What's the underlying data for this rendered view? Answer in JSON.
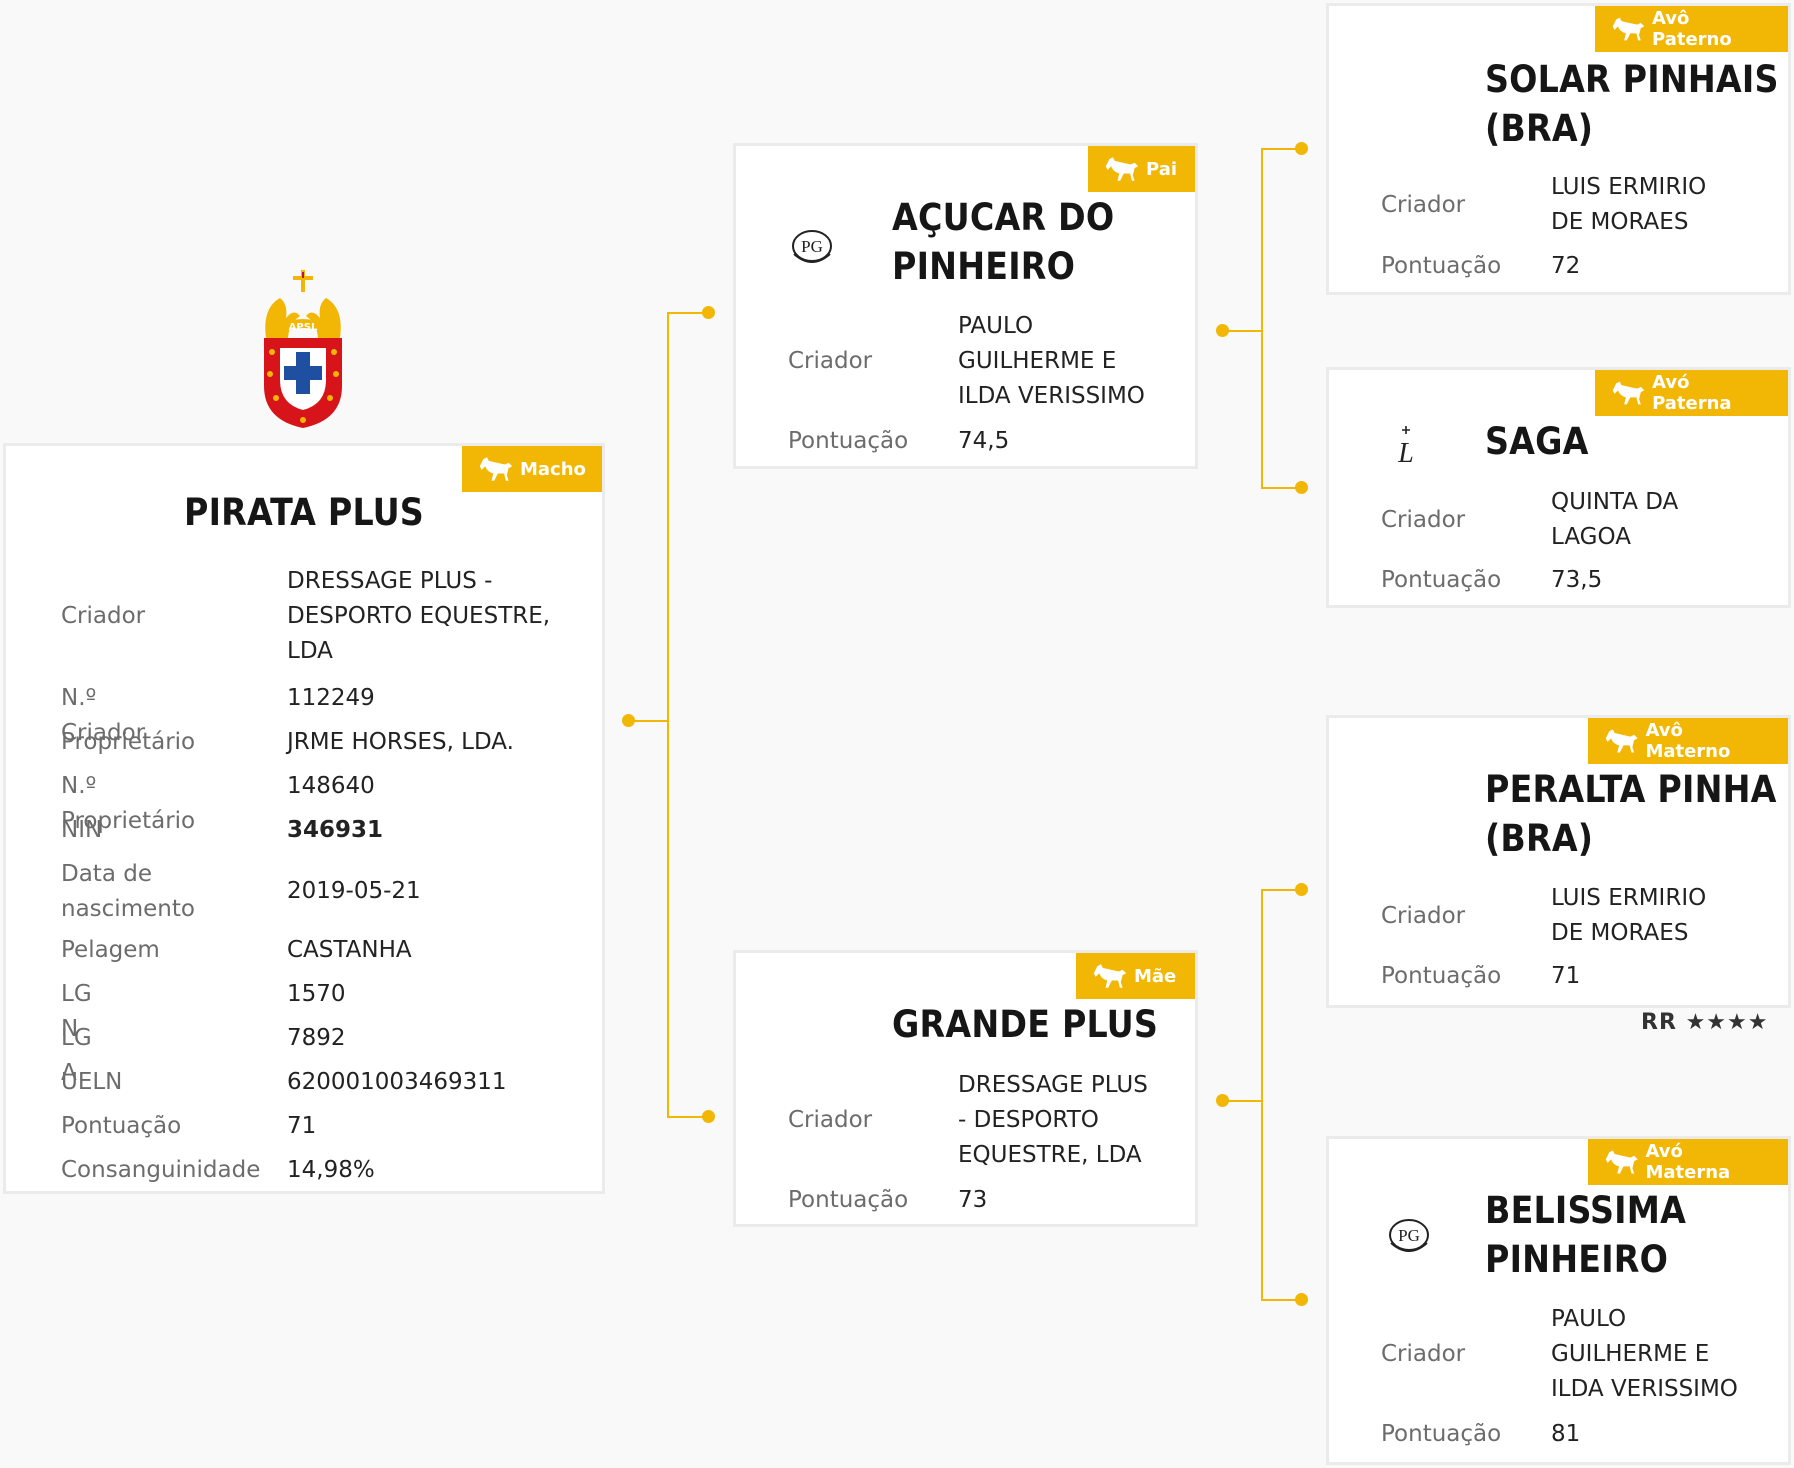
{
  "main": {
    "badge": "Macho",
    "name": "PIRATA PLUS",
    "rows": [
      {
        "label": "Criador",
        "value": "DRESSAGE PLUS -\nDESPORTO EQUESTRE,\nLDA"
      },
      {
        "label": "N.º Criador",
        "value": "112249"
      },
      {
        "label": "Proprietário",
        "value": "JRME HORSES, LDA."
      },
      {
        "label": "N.º Proprietário",
        "value": "148640"
      },
      {
        "label": "NIN",
        "value": "346931"
      },
      {
        "label": "Data de\nnascimento",
        "value": "2019-05-21"
      },
      {
        "label": "Pelagem",
        "value": "CASTANHA"
      },
      {
        "label": "LG N",
        "value": "1570"
      },
      {
        "label": "LG A",
        "value": "7892"
      },
      {
        "label": "UELN",
        "value": "620001003469311"
      },
      {
        "label": "Pontuação",
        "value": "71"
      },
      {
        "label": "Consanguinidade",
        "value": "14,98%"
      }
    ]
  },
  "logo": {
    "text": "APSL",
    "icon": "apsl-crest-icon"
  },
  "pai": {
    "badge": "Pai",
    "name": "AÇUCAR DO\nPINHEIRO",
    "breeder_logo": "PG",
    "criador_label": "Criador",
    "criador": "PAULO\nGUILHERME E\nILDA VERISSIMO",
    "pontuacao_label": "Pontuação",
    "pontuacao": "74,5"
  },
  "mae": {
    "badge": "Mãe",
    "name": "GRANDE PLUS",
    "criador_label": "Criador",
    "criador": "DRESSAGE PLUS\n- DESPORTO\nEQUESTRE, LDA",
    "pontuacao_label": "Pontuação",
    "pontuacao": "73"
  },
  "avo_paterno": {
    "badge": "Avô Paterno",
    "name": "SOLAR PINHAIS\n(BRA)",
    "criador_label": "Criador",
    "criador": "LUIS ERMIRIO\nDE MORAES",
    "pontuacao_label": "Pontuação",
    "pontuacao": "72"
  },
  "avo_paterna": {
    "badge": "Avó Paterna",
    "name": "SAGA",
    "breeder_logo": "L",
    "criador_label": "Criador",
    "criador": "QUINTA DA\nLAGOA",
    "pontuacao_label": "Pontuação",
    "pontuacao": "73,5"
  },
  "avo_materno": {
    "badge": "Avô Materno",
    "name": "PERALTA PINHA\n(BRA)",
    "criador_label": "Criador",
    "criador": "LUIS ERMIRIO\nDE MORAES",
    "pontuacao_label": "Pontuação",
    "pontuacao": "71",
    "rating_text": "RR",
    "rating_stars": 4
  },
  "avo_materna": {
    "badge": "Avó Materna",
    "name": "BELISSIMA\nPINHEIRO",
    "breeder_logo": "PG",
    "criador_label": "Criador",
    "criador": "PAULO\nGUILHERME E\nILDA VERISSIMO",
    "pontuacao_label": "Pontuação",
    "pontuacao": "81"
  },
  "colors": {
    "accent": "#f2b705",
    "border": "#ebebeb",
    "label": "#6c6c6c"
  }
}
